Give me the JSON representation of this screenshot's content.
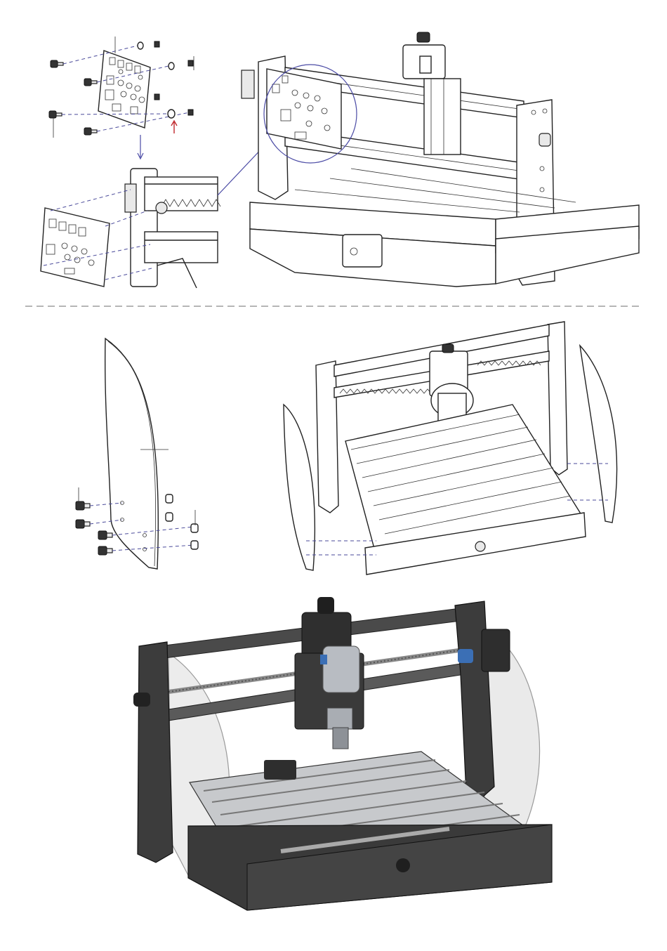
{
  "figure": {
    "background": "#ffffff",
    "line_color": "#222222",
    "callout_color": "#4b4ba5",
    "highlight_arrow_color": "#c0282d",
    "separator_color": "#8a8a8a",
    "render_color": "#3a3a3a"
  },
  "panels": [
    {
      "id": "controller-board-mounting",
      "style": "line-art"
    },
    {
      "id": "side-panel-mounting",
      "style": "line-art"
    },
    {
      "id": "finished-machine",
      "style": "shaded-render"
    }
  ]
}
